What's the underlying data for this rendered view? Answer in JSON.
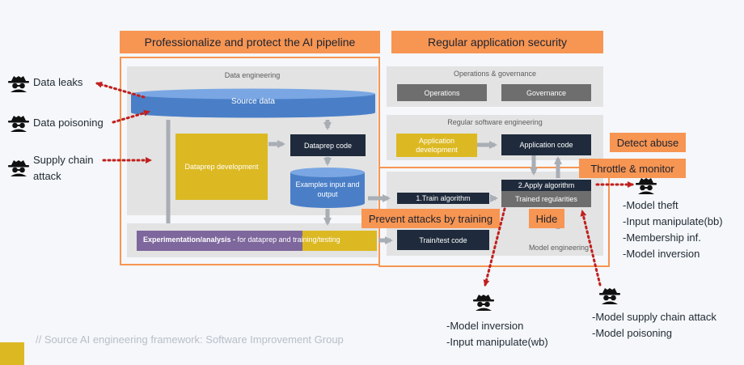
{
  "banners": {
    "pipeline": "Professionalize and protect the AI pipeline",
    "appsec": "Regular application security"
  },
  "data_engineering": {
    "title": "Data engineering",
    "source_data": "Source data",
    "dataprep_development": "Dataprep development",
    "dataprep_code": "Dataprep code",
    "examples_io": "Examples input and output"
  },
  "ops_gov": {
    "title": "Operations & governance",
    "operations": "Operations",
    "governance": "Governance"
  },
  "regular_sw": {
    "title": "Regular software engineering",
    "app_dev": "Application development",
    "app_code": "Application code"
  },
  "model_eng": {
    "title": "Model engineering",
    "train_algorithm": "1.Train algorithm",
    "apply_algorithm": "2.Apply algorithm",
    "trained_regularities": "Trained regularities",
    "train_test_code": "Train/test code"
  },
  "experimentation": {
    "label_bold": "Experimentation/analysis -",
    "label_rest": " for dataprep and training/testing"
  },
  "tags": {
    "detect_abuse": "Detect abuse",
    "throttle_monitor": "Throttle & monitor",
    "prevent_training": "Prevent attacks by training",
    "hide": "Hide"
  },
  "threats": {
    "data_leaks": "Data leaks",
    "data_poisoning": "Data poisoning",
    "supply_chain_line1": "Supply chain",
    "supply_chain_line2": "attack",
    "right_list": [
      "-Model theft",
      "-Input manipulate(bb)",
      "-Membership inf.",
      "-Model inversion"
    ],
    "bottom_center_list": [
      "-Model inversion",
      "-Input manipulate(wb)"
    ],
    "bottom_right_list": [
      "-Model supply chain attack",
      "-Model poisoning"
    ]
  },
  "source_note": "// Source AI engineering framework: Software Improvement Group",
  "colors": {
    "orange": "#f79552",
    "dark_navy": "#1f2b3c",
    "blue": "#5b8fd6",
    "yellow": "#dcb923",
    "purple": "#7e679c",
    "red_dotted": "#c0201e"
  }
}
